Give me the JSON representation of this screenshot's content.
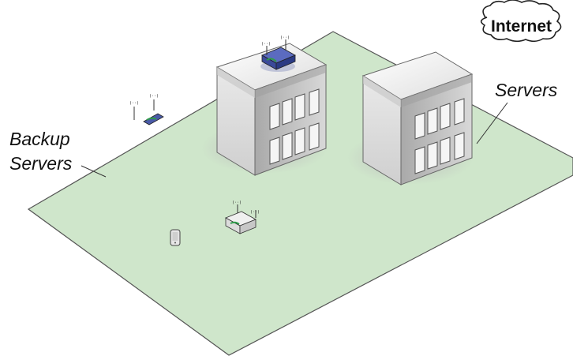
{
  "labels": {
    "internet": "Internet",
    "servers": "Servers",
    "backup_line1": "Backup",
    "backup_line2": "Servers"
  },
  "icons": {
    "wifi_glyph": "(··)"
  },
  "colors": {
    "ground": "#cfe6cb",
    "ground_stroke": "#555555",
    "building_front": "#e0e0e0",
    "building_side": "#bdbdbd",
    "building_top": "#f2f2f2",
    "router_blue": "#3b4a9a",
    "link_green": "#2e9c4a"
  }
}
